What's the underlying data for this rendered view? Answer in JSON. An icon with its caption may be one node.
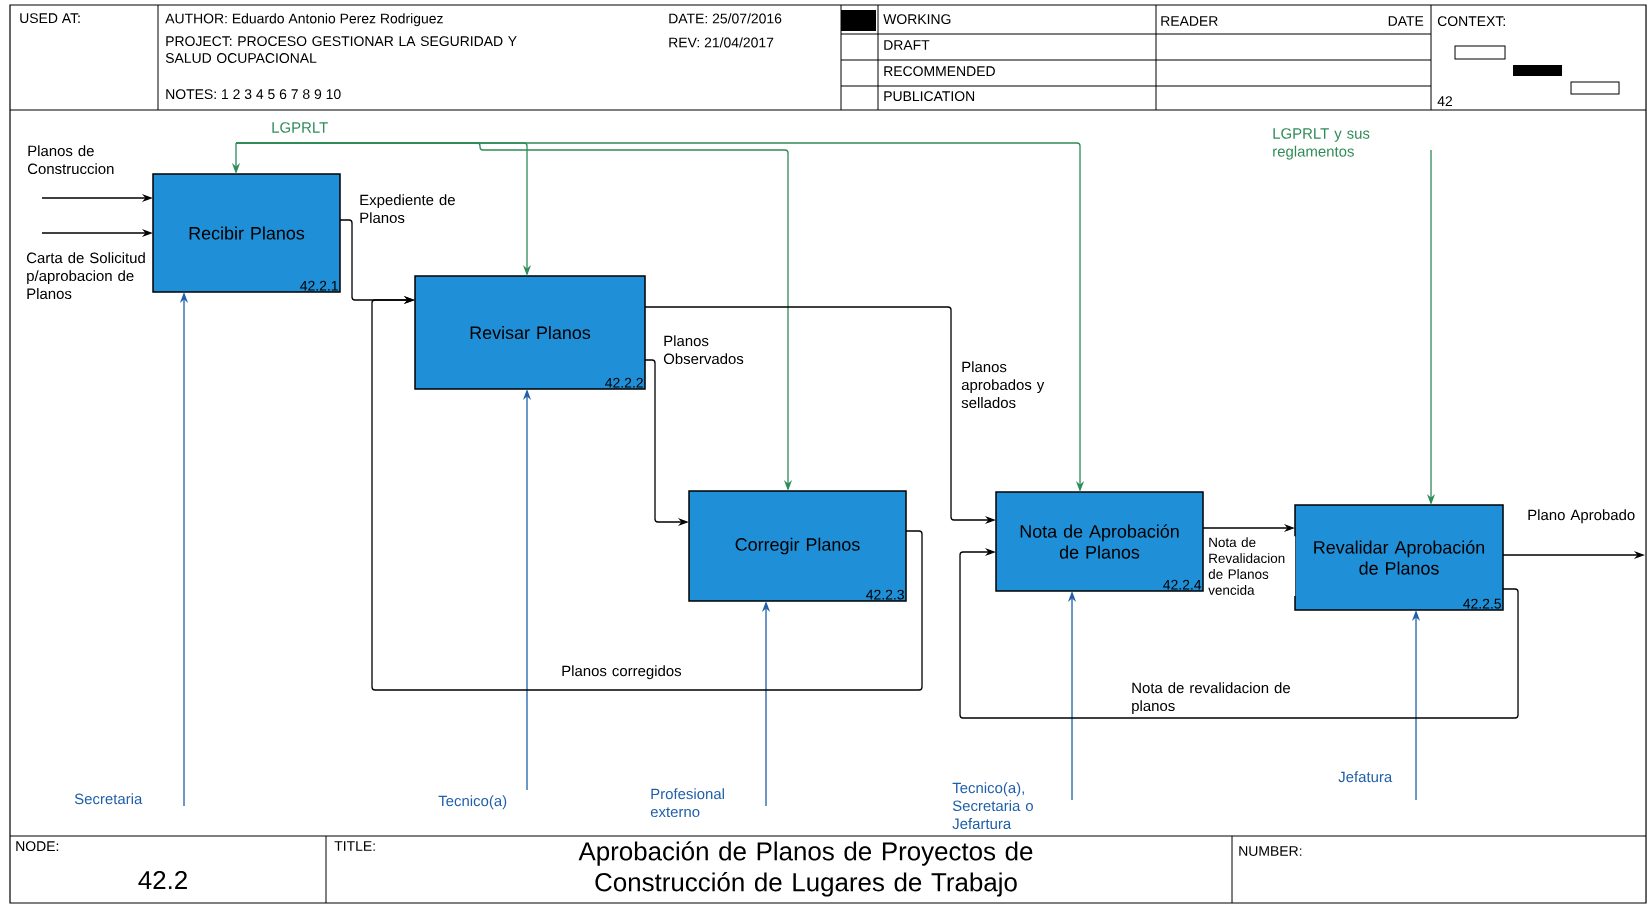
{
  "diagram": {
    "title": "Aprobación de Planos de Proyectos de Construcción de Lugares de Trabajo",
    "nodes": [
      {
        "text": [
          "Recibir Planos",
          "42.2.1"
        ]
      },
      {
        "text": [
          "Revisar Planos",
          "42.2.2"
        ]
      },
      {
        "text": [
          "Corregir Planos",
          "42.2.3"
        ]
      },
      {
        "text": [
          "Nota de Aprobación de Planos",
          "42.2.4"
        ]
      },
      {
        "text": [
          "Revalidar Aprobación de Planos",
          "42.2.5"
        ]
      },
      {
        "text": [
          "Planos de Construccion"
        ]
      },
      {
        "text": [
          "Carta de Solicitud p/aprobacion de Planos"
        ]
      },
      {
        "text": [
          "LGPRLT"
        ]
      },
      {
        "text": [
          "LGPRLT y sus reglamentos"
        ]
      },
      {
        "text": [
          "Secretaria"
        ]
      },
      {
        "text": [
          "Tecnico(a)"
        ]
      },
      {
        "text": [
          "Profesional externo"
        ]
      },
      {
        "text": [
          "Tecnico(a), Secretaria o Jefartura"
        ]
      },
      {
        "text": [
          "Jefatura"
        ]
      }
    ],
    "edges": [
      {
        "from": 5,
        "to": 0,
        "arrow": "to"
      },
      {
        "from": 6,
        "to": 0,
        "arrow": "to"
      },
      {
        "from": 7,
        "to": 0,
        "arrow": "to",
        "color": "#2e8b57"
      },
      {
        "from": 7,
        "to": 1,
        "arrow": "to",
        "color": "#2e8b57"
      },
      {
        "from": 7,
        "to": 2,
        "arrow": "to",
        "color": "#2e8b57"
      },
      {
        "from": 7,
        "to": 3,
        "arrow": "to",
        "color": "#2e8b57"
      },
      {
        "from": 8,
        "to": 4,
        "arrow": "to",
        "color": "#2e8b57"
      },
      {
        "from": 9,
        "to": 0,
        "arrow": "to",
        "color": "#1f5fa8"
      },
      {
        "from": 10,
        "to": 1,
        "arrow": "to",
        "color": "#1f5fa8"
      },
      {
        "from": 11,
        "to": 2,
        "arrow": "to",
        "color": "#1f5fa8"
      },
      {
        "from": 12,
        "to": 3,
        "arrow": "to",
        "color": "#1f5fa8"
      },
      {
        "from": 13,
        "to": 4,
        "arrow": "to",
        "color": "#1f5fa8"
      },
      {
        "from": 0,
        "to": 1,
        "arrow": "to",
        "label": "Expediente de Planos"
      },
      {
        "from": 1,
        "to": 2,
        "arrow": "to",
        "label": "Planos Observados"
      },
      {
        "from": 1,
        "to": 3,
        "arrow": "to",
        "label": "Planos aprobados y sellados"
      },
      {
        "from": 2,
        "to": 1,
        "arrow": "to",
        "label": "Planos corregidos"
      },
      {
        "from": 3,
        "to": 4,
        "arrow": "to",
        "label": "Nota de Revalidacion de Planos vencida"
      },
      {
        "from": 4,
        "to": 3,
        "arrow": "to",
        "label": "Nota de revalidacion de planos"
      },
      {
        "from": 4,
        "to": null,
        "arrow": "to",
        "label": "Plano Aprobado"
      }
    ],
    "labels": [
      "USED AT:",
      "AUTHOR: Eduardo Antonio Perez Rodriguez",
      "DATE: 25/07/2016",
      "WORKING",
      "READER",
      "DATE",
      "CONTEXT:",
      "PROJECT: PROCESO GESTIONAR LA SEGURIDAD Y SALUD OCUPACIONAL",
      "REV: 21/04/2017",
      "DRAFT",
      "RECOMMENDED",
      "NOTES: 1 2 3 4 5 6 7 8 9 10",
      "PUBLICATION",
      "42",
      "NODE:",
      "TITLE:",
      "NUMBER:",
      "42.2"
    ]
  }
}
